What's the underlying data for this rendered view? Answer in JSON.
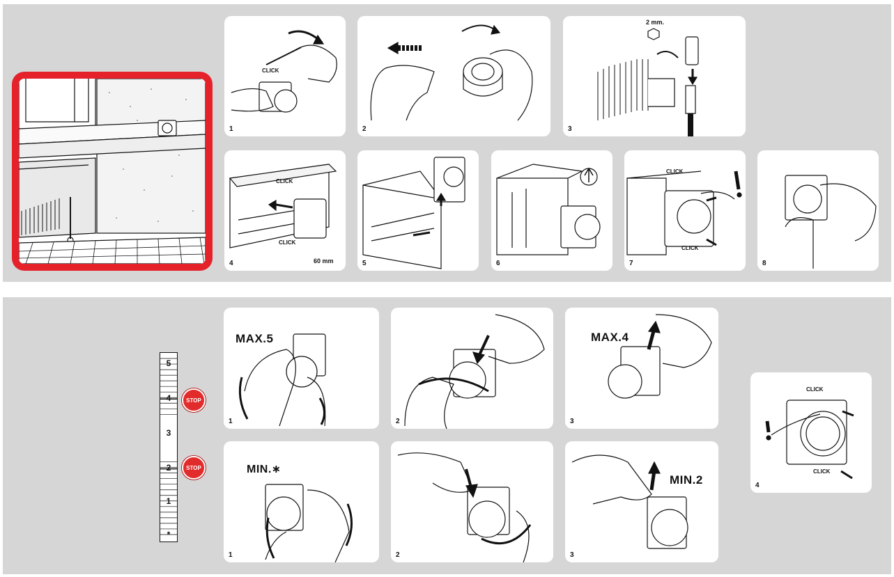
{
  "colors": {
    "band": "#d6d6d6",
    "panel": "#ffffff",
    "hero_frame": "#e5212a",
    "stop": "#e22b2b"
  },
  "top": {
    "steps": [
      {
        "num": "1",
        "text": "CLICK"
      },
      {
        "num": "2"
      },
      {
        "num": "3",
        "label": "2 mm."
      },
      {
        "num": "4",
        "text": "CLICK",
        "text2": "CLICK",
        "label": "60 mm"
      },
      {
        "num": "5"
      },
      {
        "num": "6"
      },
      {
        "num": "7",
        "text": "CLICK",
        "text2": "CLICK"
      },
      {
        "num": "8"
      }
    ]
  },
  "bottom": {
    "scale": {
      "marks": [
        "5",
        "4",
        "3",
        "2",
        "1",
        "*"
      ],
      "stop_label": "STOP"
    },
    "steps": [
      {
        "num": "1",
        "label": "MAX.5"
      },
      {
        "num": "2"
      },
      {
        "num": "3",
        "label": "MAX.4"
      },
      {
        "num": "1",
        "label": "MIN.∗"
      },
      {
        "num": "2"
      },
      {
        "num": "3",
        "label": "MIN.2"
      },
      {
        "num": "4",
        "text": "CLICK",
        "text2": "CLICK"
      }
    ]
  }
}
